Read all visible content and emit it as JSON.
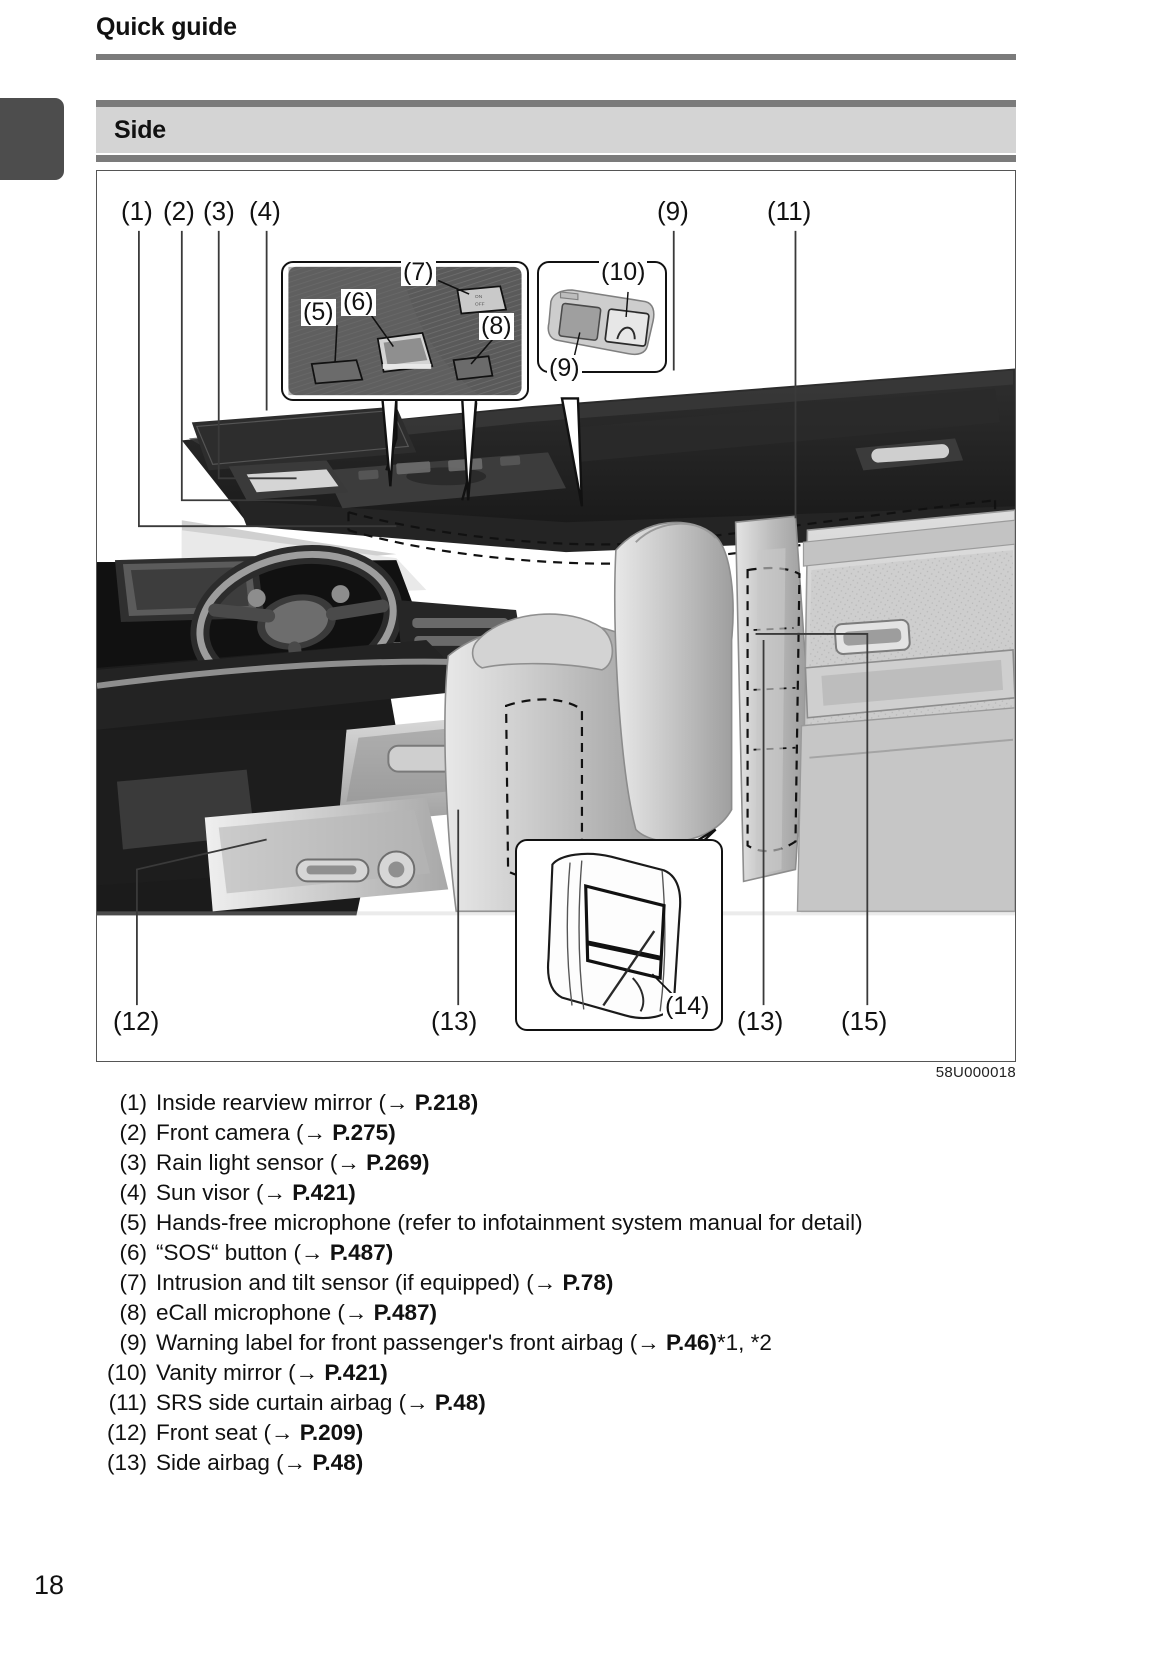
{
  "header": {
    "title": "Quick guide"
  },
  "section": {
    "title": "Side"
  },
  "figure": {
    "code": "58U000018",
    "callouts": [
      {
        "id": "c1",
        "label": "(1)"
      },
      {
        "id": "c2",
        "label": "(2)"
      },
      {
        "id": "c3",
        "label": "(3)"
      },
      {
        "id": "c4",
        "label": "(4)"
      },
      {
        "id": "c5",
        "label": "(5)"
      },
      {
        "id": "c6",
        "label": "(6)"
      },
      {
        "id": "c7",
        "label": "(7)"
      },
      {
        "id": "c8",
        "label": "(8)"
      },
      {
        "id": "c9a",
        "label": "(9)"
      },
      {
        "id": "c9b",
        "label": "(9)"
      },
      {
        "id": "c10",
        "label": "(10)"
      },
      {
        "id": "c11",
        "label": "(11)"
      },
      {
        "id": "c12",
        "label": "(12)"
      },
      {
        "id": "c13a",
        "label": "(13)"
      },
      {
        "id": "c13b",
        "label": "(13)"
      },
      {
        "id": "c14",
        "label": "(14)"
      },
      {
        "id": "c15",
        "label": "(15)"
      }
    ]
  },
  "legend": {
    "items": [
      {
        "num": "(1)",
        "text": "Inside rearview mirror (→ ",
        "ref": "P.218",
        "tail": ")",
        "note": ""
      },
      {
        "num": "(2)",
        "text": "Front camera (→ ",
        "ref": "P.275",
        "tail": ")",
        "note": ""
      },
      {
        "num": "(3)",
        "text": "Rain light sensor (→ ",
        "ref": "P.269",
        "tail": ")",
        "note": ""
      },
      {
        "num": "(4)",
        "text": "Sun visor (→ ",
        "ref": "P.421",
        "tail": ")",
        "note": ""
      },
      {
        "num": "(5)",
        "text": "Hands-free microphone (refer to infotainment system manual for detail)",
        "ref": "",
        "tail": "",
        "note": ""
      },
      {
        "num": "(6)",
        "text": "“SOS“ button (→ ",
        "ref": "P.487",
        "tail": ")",
        "note": ""
      },
      {
        "num": "(7)",
        "text": "Intrusion and tilt sensor (if equipped) (→ ",
        "ref": "P.78",
        "tail": ")",
        "note": ""
      },
      {
        "num": "(8)",
        "text": "eCall microphone (→ ",
        "ref": "P.487",
        "tail": ")",
        "note": ""
      },
      {
        "num": "(9)",
        "text": "Warning label for front passenger's front airbag (→ ",
        "ref": "P.46",
        "tail": ")",
        "note": "*1, *2"
      },
      {
        "num": "(10)",
        "text": "Vanity mirror (→ ",
        "ref": "P.421",
        "tail": ")",
        "note": ""
      },
      {
        "num": "(11)",
        "text": "SRS side curtain airbag (→ ",
        "ref": "P.48",
        "tail": ")",
        "note": ""
      },
      {
        "num": "(12)",
        "text": "Front seat (→ ",
        "ref": "P.209",
        "tail": ")",
        "note": ""
      },
      {
        "num": "(13)",
        "text": "Side airbag (→ ",
        "ref": "P.48",
        "tail": ")",
        "note": ""
      }
    ]
  },
  "footer": {
    "page_number": "18"
  },
  "colors": {
    "rule": "#7b7b7b",
    "band": "#d4d4d4",
    "tab": "#4d4d4d",
    "ink": "#111111"
  }
}
